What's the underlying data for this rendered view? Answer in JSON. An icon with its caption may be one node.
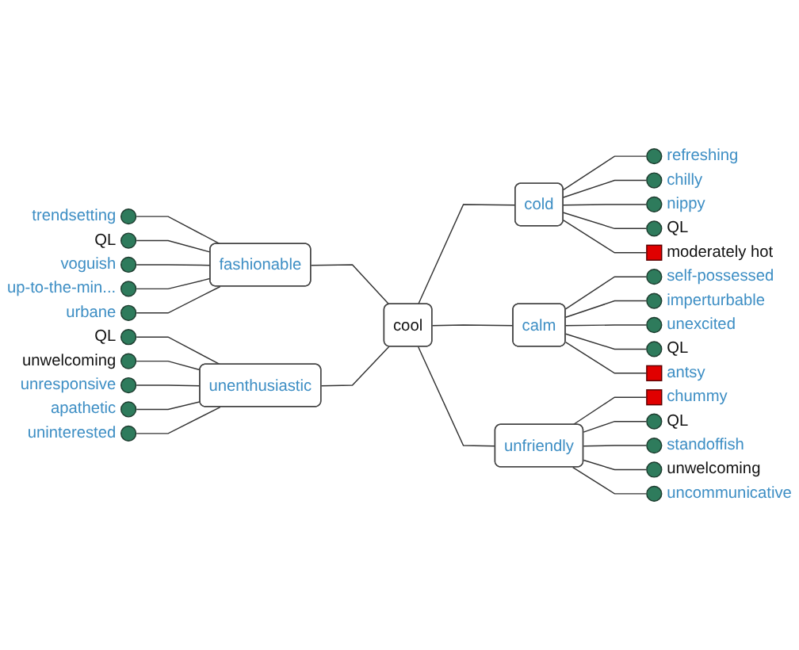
{
  "diagram": {
    "nodes": [
      {
        "text": [
          "cool"
        ]
      },
      {
        "text": [
          "fashionable"
        ]
      },
      {
        "text": [],
        "shape": "circle",
        "beside": [
          "trendsetting"
        ]
      },
      {
        "text": [],
        "shape": "circle",
        "beside": [
          "QL"
        ]
      },
      {
        "text": [],
        "shape": "circle",
        "beside": [
          "voguish"
        ]
      },
      {
        "text": [],
        "shape": "circle",
        "beside": [
          "up-to-the-min..."
        ]
      },
      {
        "text": [],
        "shape": "circle",
        "beside": [
          "urbane"
        ]
      },
      {
        "text": [
          "cold"
        ]
      },
      {
        "text": [],
        "shape": "circle",
        "beside": [
          "refreshing"
        ]
      },
      {
        "text": [],
        "shape": "circle",
        "beside": [
          "chilly"
        ]
      },
      {
        "text": [],
        "shape": "circle",
        "beside": [
          "nippy"
        ]
      },
      {
        "text": [],
        "shape": "circle",
        "beside": [
          "QL"
        ]
      },
      {
        "text": [],
        "shape": "box",
        "beside": [
          "moderately hot"
        ]
      },
      {
        "text": [
          "unenthusiastic"
        ]
      },
      {
        "text": [],
        "shape": "circle",
        "beside": [
          "QL"
        ]
      },
      {
        "text": [],
        "shape": "circle",
        "beside": [
          "unwelcoming"
        ]
      },
      {
        "text": [],
        "shape": "circle",
        "beside": [
          "unresponsive"
        ]
      },
      {
        "text": [],
        "shape": "circle",
        "beside": [
          "apathetic"
        ]
      },
      {
        "text": [],
        "shape": "circle",
        "beside": [
          "uninterested"
        ]
      },
      {
        "text": [
          "calm"
        ]
      },
      {
        "text": [],
        "shape": "circle",
        "beside": [
          "self-possessed"
        ]
      },
      {
        "text": [],
        "shape": "circle",
        "beside": [
          "imperturbable"
        ]
      },
      {
        "text": [],
        "shape": "circle",
        "beside": [
          "unexcited"
        ]
      },
      {
        "text": [],
        "shape": "circle",
        "beside": [
          "QL"
        ]
      },
      {
        "text": [],
        "shape": "box",
        "beside": [
          "antsy"
        ]
      },
      {
        "text": [
          "unfriendly"
        ]
      },
      {
        "text": [],
        "shape": "box",
        "beside": [
          "chummy"
        ]
      },
      {
        "text": [],
        "shape": "circle",
        "beside": [
          "QL"
        ]
      },
      {
        "text": [],
        "shape": "circle",
        "beside": [
          "standoffish"
        ]
      },
      {
        "text": [],
        "shape": "circle",
        "beside": [
          "unwelcoming"
        ]
      },
      {
        "text": [],
        "shape": "circle",
        "beside": [
          "uncommunicative"
        ]
      }
    ],
    "edges": [
      {
        "from": 1,
        "to": 0,
        "arrow": "none"
      },
      {
        "from": 2,
        "to": 1,
        "arrow": "none"
      },
      {
        "from": 3,
        "to": 1,
        "arrow": "none"
      },
      {
        "from": 4,
        "to": 1,
        "arrow": "none"
      },
      {
        "from": 5,
        "to": 1,
        "arrow": "none"
      },
      {
        "from": 6,
        "to": 1,
        "arrow": "none"
      },
      {
        "from": 0,
        "to": 7,
        "arrow": "none"
      },
      {
        "from": 7,
        "to": 8,
        "arrow": "none"
      },
      {
        "from": 7,
        "to": 9,
        "arrow": "none"
      },
      {
        "from": 7,
        "to": 10,
        "arrow": "none"
      },
      {
        "from": 7,
        "to": 11,
        "arrow": "none"
      },
      {
        "from": 7,
        "to": 12,
        "arrow": "none"
      },
      {
        "from": 13,
        "to": 0,
        "arrow": "none"
      },
      {
        "from": 14,
        "to": 13,
        "arrow": "none"
      },
      {
        "from": 15,
        "to": 13,
        "arrow": "none"
      },
      {
        "from": 16,
        "to": 13,
        "arrow": "none"
      },
      {
        "from": 17,
        "to": 13,
        "arrow": "none"
      },
      {
        "from": 18,
        "to": 13,
        "arrow": "none"
      },
      {
        "from": 0,
        "to": 19,
        "arrow": "none"
      },
      {
        "from": 19,
        "to": 20,
        "arrow": "none"
      },
      {
        "from": 19,
        "to": 21,
        "arrow": "none"
      },
      {
        "from": 19,
        "to": 22,
        "arrow": "none"
      },
      {
        "from": 19,
        "to": 23,
        "arrow": "none"
      },
      {
        "from": 19,
        "to": 24,
        "arrow": "none"
      },
      {
        "from": 0,
        "to": 25,
        "arrow": "none"
      },
      {
        "from": 25,
        "to": 26,
        "arrow": "none"
      },
      {
        "from": 25,
        "to": 27,
        "arrow": "none"
      },
      {
        "from": 25,
        "to": 28,
        "arrow": "none"
      },
      {
        "from": 25,
        "to": 29,
        "arrow": "none"
      },
      {
        "from": 25,
        "to": 30,
        "arrow": "none"
      }
    ]
  }
}
